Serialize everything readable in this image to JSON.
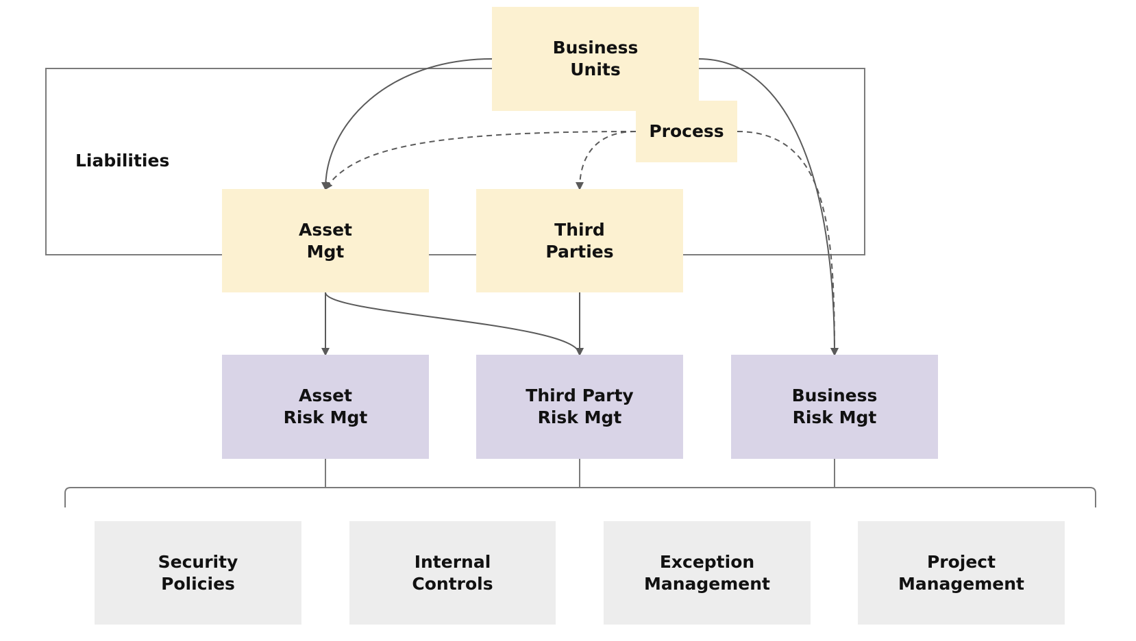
{
  "diagram": {
    "title": "",
    "colors": {
      "source_fill": "#FCF1D1",
      "risk_fill": "#D9D4E7",
      "control_fill": "#EDEDED",
      "line": "#5A5A5A",
      "frame": "#7A7A7A",
      "text": "#111111"
    },
    "group": {
      "id": "liabilities",
      "label": "Liabilities",
      "members": [
        "asset_mgt",
        "third_parties",
        "process"
      ]
    },
    "nodes": [
      {
        "id": "business_units",
        "lines": [
          "Business",
          "Units"
        ],
        "kind": "source"
      },
      {
        "id": "process",
        "lines": [
          "Process"
        ],
        "kind": "source"
      },
      {
        "id": "asset_mgt",
        "lines": [
          "Asset",
          "Mgt"
        ],
        "kind": "source"
      },
      {
        "id": "third_parties",
        "lines": [
          "Third",
          "Parties"
        ],
        "kind": "source"
      },
      {
        "id": "asset_risk_mgt",
        "lines": [
          "Asset",
          "Risk Mgt"
        ],
        "kind": "risk"
      },
      {
        "id": "third_party_risk_mgt",
        "lines": [
          "Third Party",
          "Risk Mgt"
        ],
        "kind": "risk"
      },
      {
        "id": "business_risk_mgt",
        "lines": [
          "Business",
          "Risk Mgt"
        ],
        "kind": "risk"
      },
      {
        "id": "security_policies",
        "lines": [
          "Security",
          "Policies"
        ],
        "kind": "control"
      },
      {
        "id": "internal_controls",
        "lines": [
          "Internal",
          "Controls"
        ],
        "kind": "control"
      },
      {
        "id": "exception_management",
        "lines": [
          "Exception",
          "Management"
        ],
        "kind": "control"
      },
      {
        "id": "project_management",
        "lines": [
          "Project",
          "Management"
        ],
        "kind": "control"
      }
    ],
    "edges": [
      {
        "from": "business_units",
        "to": "asset_mgt",
        "style": "solid",
        "arrow": true
      },
      {
        "from": "business_units",
        "to": "business_risk_mgt",
        "style": "solid",
        "arrow": true
      },
      {
        "from": "process",
        "to": "asset_mgt",
        "style": "dashed",
        "arrow": true
      },
      {
        "from": "process",
        "to": "third_parties",
        "style": "dashed",
        "arrow": true
      },
      {
        "from": "process",
        "to": "business_risk_mgt",
        "style": "dashed",
        "arrow": true
      },
      {
        "from": "asset_mgt",
        "to": "asset_risk_mgt",
        "style": "solid",
        "arrow": true
      },
      {
        "from": "asset_mgt",
        "to": "third_party_risk_mgt",
        "style": "solid",
        "arrow": true
      },
      {
        "from": "third_parties",
        "to": "third_party_risk_mgt",
        "style": "solid",
        "arrow": true
      }
    ],
    "bracket": {
      "sources": [
        "asset_risk_mgt",
        "third_party_risk_mgt",
        "business_risk_mgt"
      ],
      "targets": [
        "security_policies",
        "internal_controls",
        "exception_management",
        "project_management"
      ]
    }
  }
}
